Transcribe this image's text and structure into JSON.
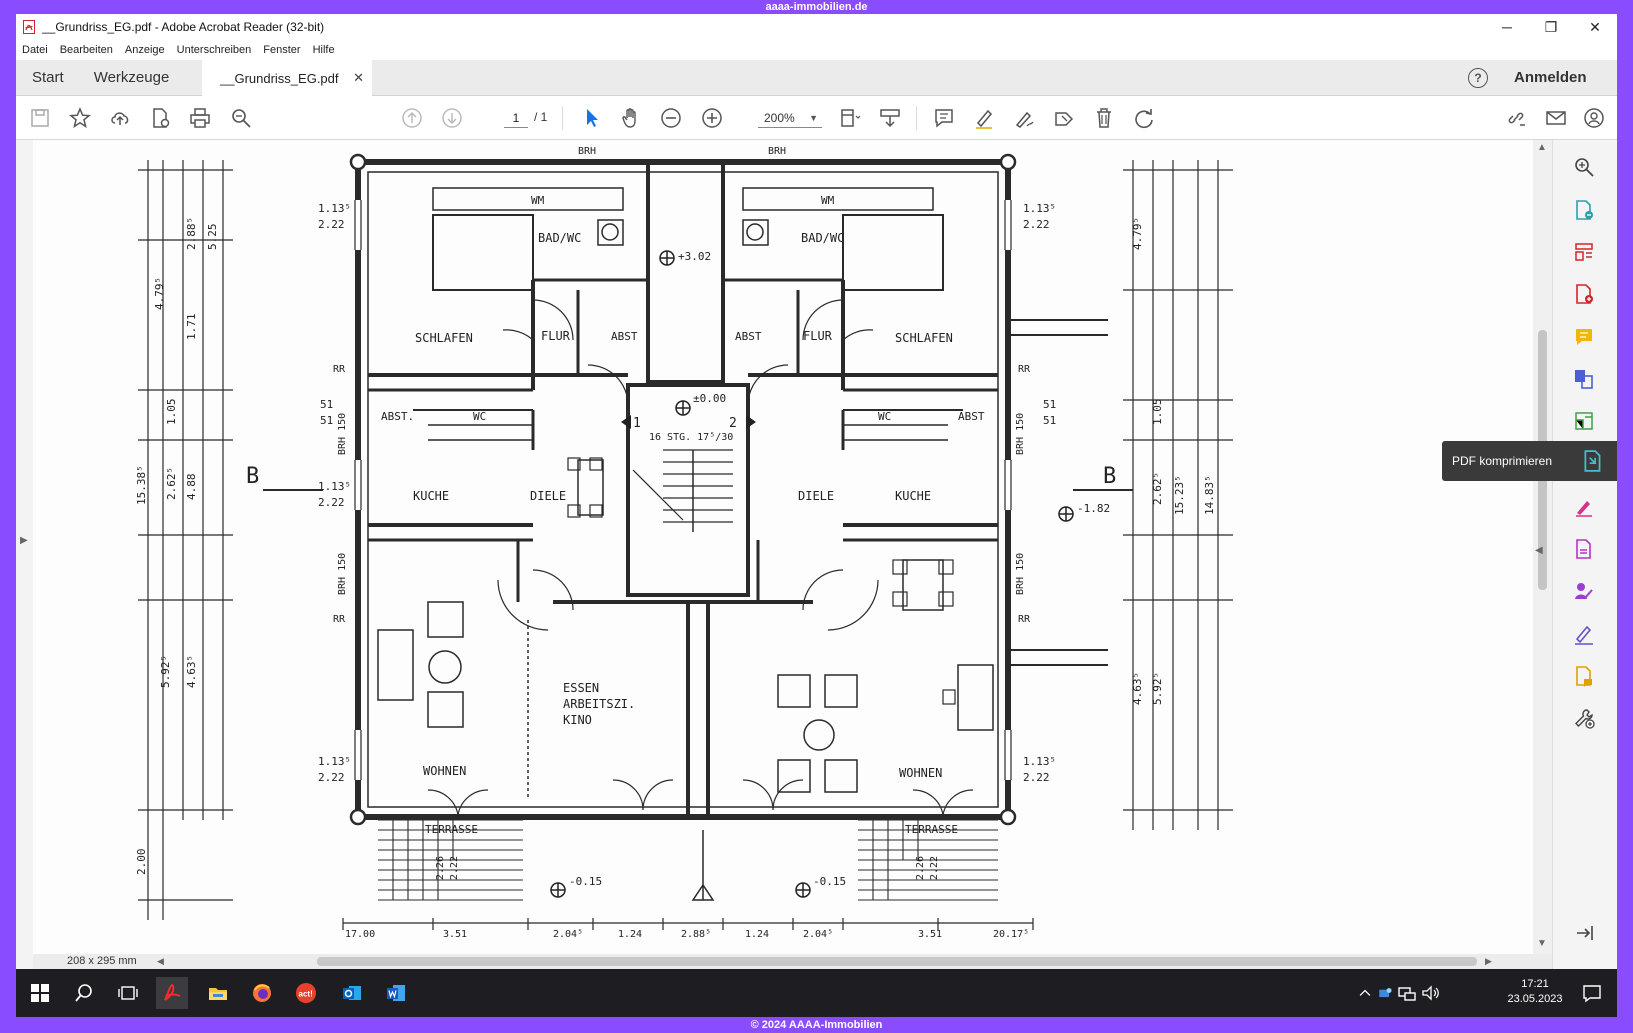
{
  "frame": {
    "top_text": "aaaa-immobilien.de",
    "bottom_text": "© 2024 AAAA-Immobilien"
  },
  "window": {
    "title": "__Grundriss_EG.pdf - Adobe Acrobat Reader (32-bit)",
    "controls": {
      "minimize": "─",
      "restore": "❐",
      "close": "✕"
    }
  },
  "menu": [
    "Datei",
    "Bearbeiten",
    "Anzeige",
    "Unterschreiben",
    "Fenster",
    "Hilfe"
  ],
  "tabs": {
    "start": "Start",
    "tools": "Werkzeuge",
    "doc": "__Grundriss_EG.pdf",
    "doc_close": "✕",
    "help": "?",
    "login": "Anmelden"
  },
  "toolbar": {
    "page_current": "1",
    "page_total": "/ 1",
    "zoom": "200%"
  },
  "statusbar": {
    "page_size": "208 x 295 mm"
  },
  "tooltip": {
    "label": "PDF komprimieren"
  },
  "plan": {
    "rooms": {
      "bad_left": "BAD/WC",
      "bad_right": "BAD/WC",
      "schlafen_left": "SCHLAFEN",
      "schlafen_right": "SCHLAFEN",
      "flur_left": "FLUR",
      "flur_right": "FLUR",
      "abst_left": "ABST",
      "abst_right": "ABST",
      "abst2_left": "ABST.",
      "abst2_right": "ABST",
      "wc_left": "WC",
      "wc_right": "WC",
      "kuche_left": "KUCHE",
      "kuche_right": "KUCHE",
      "diele_left": "DIELE",
      "diele_right": "DIELE",
      "essen": "ESSEN",
      "arbeitszi": "ARBEITSZI.",
      "kino": "KINO",
      "wohnen_left": "WOHNEN",
      "wohnen_right": "WOHNEN",
      "terrasse_left": "TERRASSE",
      "terrasse_right": "TERRASSE",
      "wm_left": "WM",
      "wm_right": "WM",
      "stairs": "16 STG. 17⁵/30",
      "section_left": "B",
      "section_right": "B"
    },
    "levels": {
      "top": "+3.02",
      "center": "±0.00",
      "right": "-1.82",
      "bottom_left": "-0.15",
      "bottom_right": "-0.15"
    },
    "dims_side": [
      "1.13⁵",
      "2.22",
      "51",
      "51",
      "1.13⁵",
      "2.22",
      "51",
      "51",
      "1.13⁵",
      "2.22"
    ],
    "dims_left_col": [
      "5.25",
      "2.88⁵",
      "4.79⁵",
      "1.71",
      "1.05",
      "2.62⁵",
      "4.88",
      "15.38⁵",
      "5.92⁵",
      "4.63⁵",
      "2.00"
    ],
    "dims_right_col": [
      "4.79⁵",
      "1.05",
      "2.62⁵",
      "15.23⁵",
      "14.83⁵",
      "4.63⁵",
      "5.92⁵"
    ],
    "dims_bottom": [
      "17.00",
      "3.51",
      "2.04⁵",
      "1.24",
      "2.88⁵",
      "1.24",
      "2.04⁵",
      "3.51",
      "20.17⁵"
    ],
    "dims_stair_lower": [
      "1.13⁵",
      "2.22",
      "1.13⁵",
      "2.22"
    ],
    "brh": [
      "BRH 150",
      "BRH 150",
      "BRH 150",
      "BRH 150",
      "BRH",
      "BRH"
    ],
    "dims_terrace": [
      "2.26",
      "2.22",
      "2.26",
      "2.22"
    ],
    "stair_arrows": {
      "left": "1",
      "right": "2"
    },
    "rr": [
      "RR",
      "RR",
      "RR",
      "RR"
    ]
  },
  "taskbar": {
    "time": "17:21",
    "date": "23.05.2023"
  },
  "colors": {
    "accent_purple": "#8a4cff",
    "acrobat_red": "#d4242b",
    "taskbar": "#1e1e22"
  }
}
